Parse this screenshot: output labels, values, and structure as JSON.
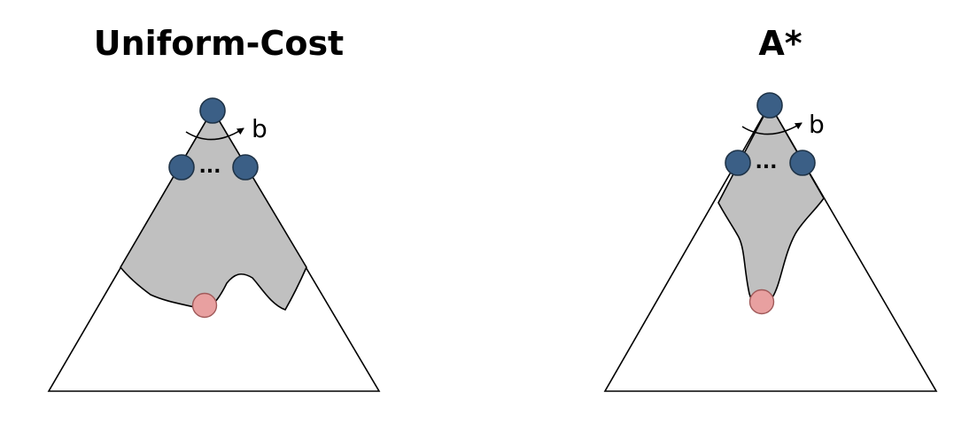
{
  "panels": [
    {
      "title": "Uniform-Cost",
      "branch_label": "b",
      "ellipsis": "..."
    },
    {
      "title": "A*",
      "branch_label": "b",
      "ellipsis": "..."
    }
  ],
  "colors": {
    "explored_region": "#c0c0c0",
    "expanded_node": "#3b5f86",
    "goal_node": "#e8a0a0",
    "outline": "#000000",
    "background": "#ffffff"
  }
}
